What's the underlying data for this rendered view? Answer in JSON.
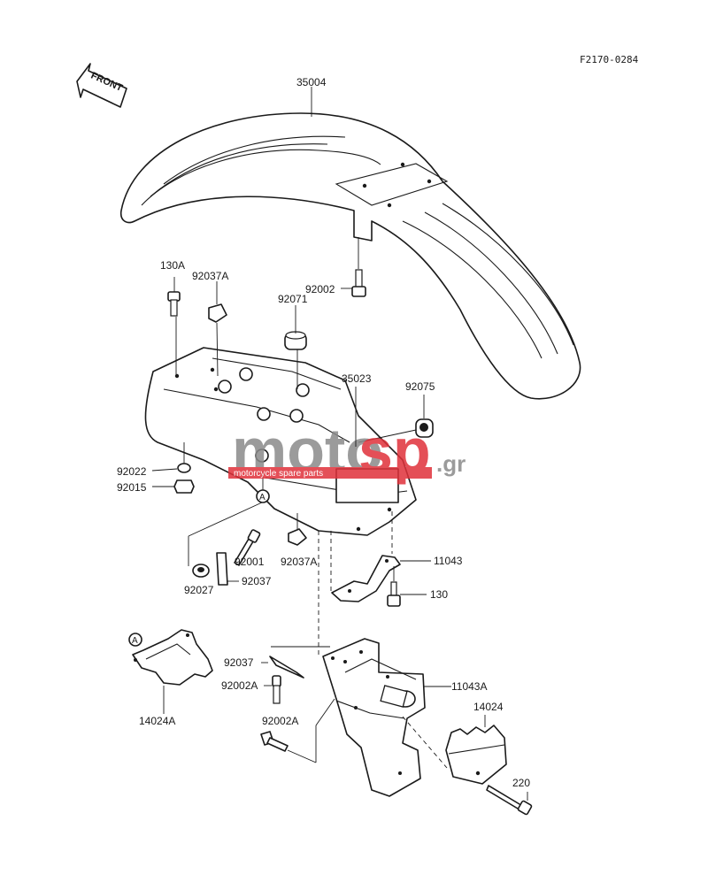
{
  "diagram_code": "F2170-0284",
  "front_label": "FRONT",
  "marker_letter": "A",
  "watermark": {
    "main_left": "moto",
    "main_right": "sp",
    "suffix": ".gr",
    "tagline": "motorcycle spare parts"
  },
  "colors": {
    "ink": "#1a1a1a",
    "watermark_red": "#e0313a",
    "watermark_grey": "#8a8a8a"
  },
  "parts": {
    "p35004": "35004",
    "p130A": "130A",
    "p92037A_top": "92037A",
    "p92002": "92002",
    "p92071": "92071",
    "p35023": "35023",
    "p92075": "92075",
    "p92022": "92022",
    "p92015": "92015",
    "p92001": "92001",
    "p92037A_mid": "92037A",
    "p11043": "11043",
    "p92027": "92027",
    "p92037_a": "92037",
    "p130": "130",
    "p92037_b": "92037",
    "p92002A_a": "92002A",
    "p11043A": "11043A",
    "p14024": "14024",
    "p14024A": "14024A",
    "p92002A_b": "92002A",
    "p220": "220"
  }
}
